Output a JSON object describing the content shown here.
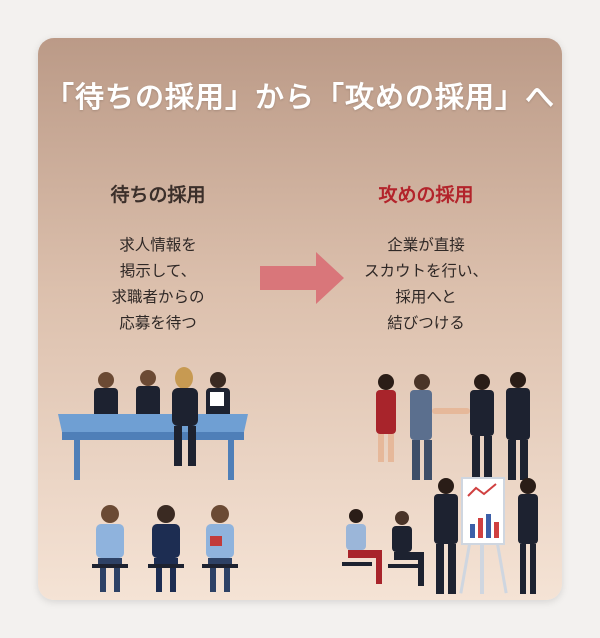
{
  "title": "「待ちの採用」から「攻めの採用」へ",
  "left": {
    "heading": "待ちの採用",
    "lines": [
      "求人情報を",
      "掲示して、",
      "求職者からの",
      "応募を待つ"
    ]
  },
  "right": {
    "heading": "攻めの採用",
    "lines": [
      "企業が直接",
      "スカウトを行い、",
      "採用へと",
      "結びつける"
    ]
  },
  "colors": {
    "accent_red": "#b3242b",
    "arrow": "#d9767a",
    "title_text": "#ffffff"
  }
}
